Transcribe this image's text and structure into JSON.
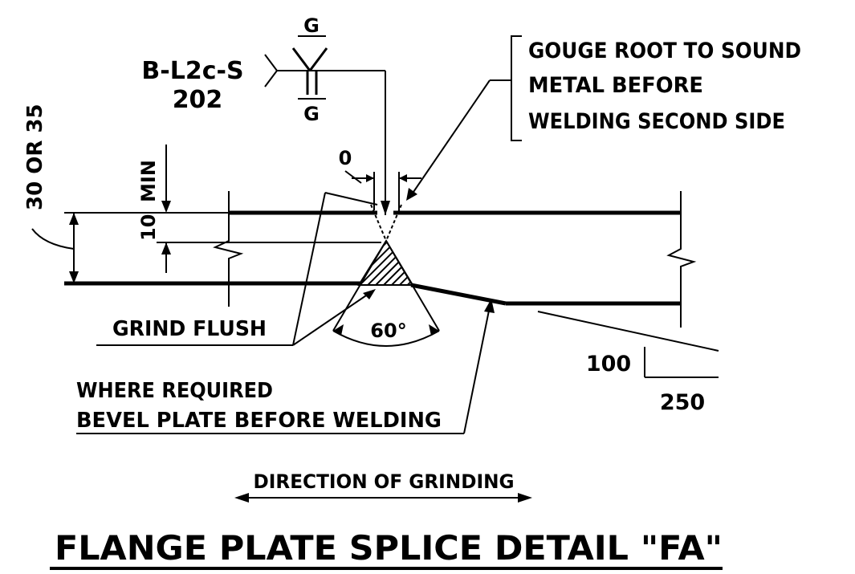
{
  "weld_symbol": {
    "reference_line1": "B-L2c-S",
    "reference_line2": "202",
    "finish_top": "G",
    "finish_bottom": "G"
  },
  "notes": {
    "gouge_line1": "GOUGE ROOT TO SOUND",
    "gouge_line2": "METAL BEFORE",
    "gouge_line3": "WELDING SECOND SIDE",
    "grind_flush": "GRIND FLUSH",
    "bevel_line1": "WHERE REQUIRED",
    "bevel_line2": "BEVEL PLATE BEFORE WELDING",
    "direction": "DIRECTION OF GRINDING"
  },
  "dimensions": {
    "gap": "0",
    "angle": "60°",
    "thickness": "30 OR 35",
    "clearance": "10",
    "min_label": "MIN",
    "slope_rise": "100",
    "slope_run": "250"
  },
  "title": "FLANGE PLATE SPLICE DETAIL  \"FA\""
}
